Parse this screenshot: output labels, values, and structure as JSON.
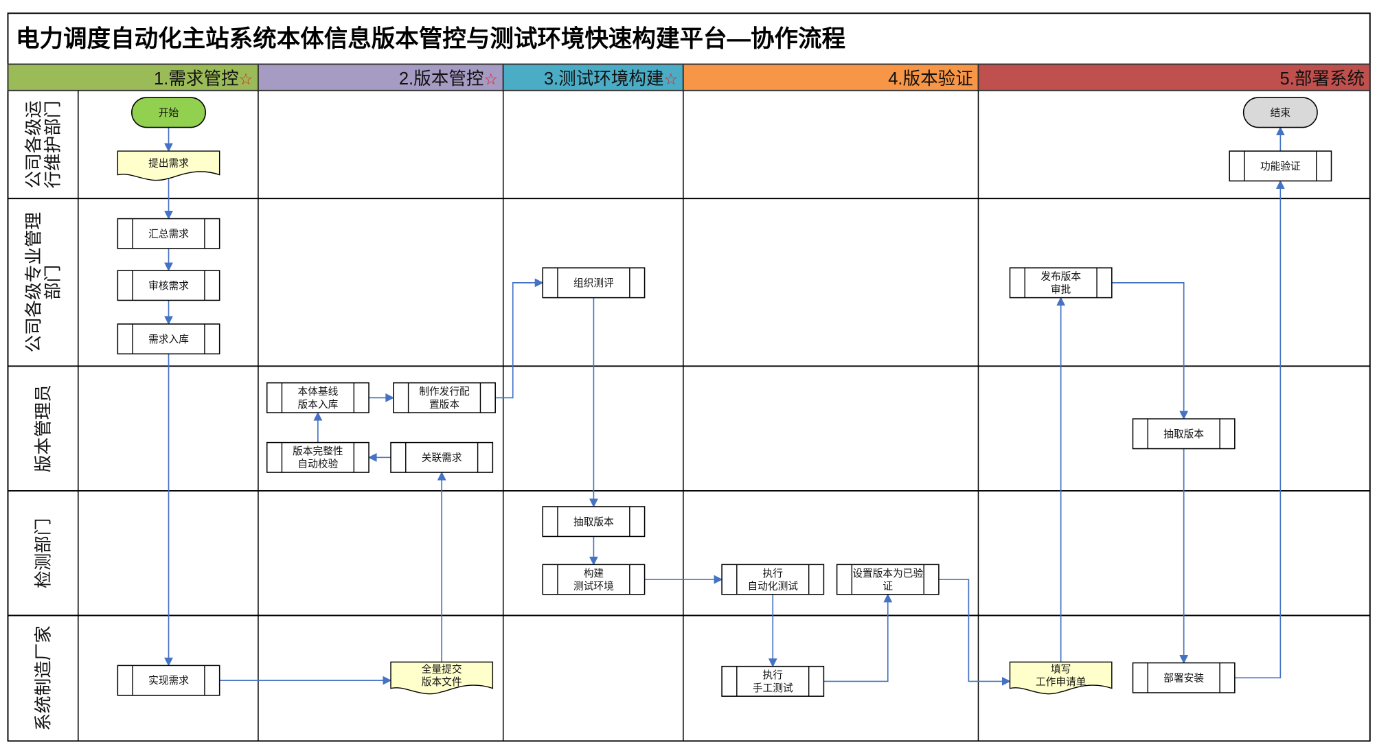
{
  "title": "电力调度自动化主站系统本体信息版本管控与测试环境快速构建平台—协作流程",
  "phases": [
    {
      "label": "1.需求管控",
      "star": "☆",
      "color": "#9BBB59"
    },
    {
      "label": "2.版本管控",
      "star": "☆",
      "color": "#A69BC3"
    },
    {
      "label": "3.测试环境构建",
      "star": "☆",
      "color": "#4BACC6"
    },
    {
      "label": "4.版本验证",
      "star": "",
      "color": "#F79646"
    },
    {
      "label": "5.部署系统",
      "star": "",
      "color": "#C0504D"
    }
  ],
  "lanes": [
    {
      "lines": [
        "公司各级运",
        "行维护部门"
      ]
    },
    {
      "lines": [
        "公司各级专业管理",
        "部门"
      ]
    },
    {
      "lines": [
        "版本管理员"
      ]
    },
    {
      "lines": [
        "检测部门"
      ]
    },
    {
      "lines": [
        "系统制造厂家"
      ]
    }
  ],
  "colors": {
    "arrow": "#4472C4",
    "start": "#92D050",
    "end": "#D9D9D9",
    "document": "#FFFFCC"
  },
  "nodes": [
    {
      "id": "start",
      "type": "terminal-start",
      "lines": [
        "开始"
      ]
    },
    {
      "id": "raise",
      "type": "document",
      "lines": [
        "提出需求"
      ]
    },
    {
      "id": "collect",
      "type": "process",
      "lines": [
        "汇总需求"
      ]
    },
    {
      "id": "review",
      "type": "process",
      "lines": [
        "审核需求"
      ]
    },
    {
      "id": "store",
      "type": "process",
      "lines": [
        "需求入库"
      ]
    },
    {
      "id": "implement",
      "type": "process",
      "lines": [
        "实现需求"
      ]
    },
    {
      "id": "baseline",
      "type": "process",
      "lines": [
        "本体基线",
        "版本入库"
      ]
    },
    {
      "id": "release",
      "type": "process",
      "lines": [
        "制作发行配",
        "置版本"
      ]
    },
    {
      "id": "integrity",
      "type": "process",
      "lines": [
        "版本完整性",
        "自动校验"
      ]
    },
    {
      "id": "link",
      "type": "process",
      "lines": [
        "关联需求"
      ]
    },
    {
      "id": "submit",
      "type": "document",
      "lines": [
        "全量提交",
        "版本文件"
      ]
    },
    {
      "id": "organize",
      "type": "process",
      "lines": [
        "组织测评"
      ]
    },
    {
      "id": "extract1",
      "type": "process",
      "lines": [
        "抽取版本"
      ]
    },
    {
      "id": "build",
      "type": "process",
      "lines": [
        "构建",
        "测试环境"
      ]
    },
    {
      "id": "auto",
      "type": "process",
      "lines": [
        "执行",
        "自动化测试"
      ]
    },
    {
      "id": "verified",
      "type": "process",
      "lines": [
        "设置版本为已验",
        "证"
      ]
    },
    {
      "id": "manual",
      "type": "process",
      "lines": [
        "执行",
        "手工测试"
      ]
    },
    {
      "id": "approve",
      "type": "process",
      "lines": [
        "发布版本",
        "审批"
      ]
    },
    {
      "id": "extract2",
      "type": "process",
      "lines": [
        "抽取版本"
      ]
    },
    {
      "id": "apply",
      "type": "document",
      "lines": [
        "填写",
        "工作申请单"
      ]
    },
    {
      "id": "deploy",
      "type": "process",
      "lines": [
        "部署安装"
      ]
    },
    {
      "id": "funcverify",
      "type": "process",
      "lines": [
        "功能验证"
      ]
    },
    {
      "id": "end",
      "type": "terminal-end",
      "lines": [
        "结束"
      ]
    }
  ]
}
